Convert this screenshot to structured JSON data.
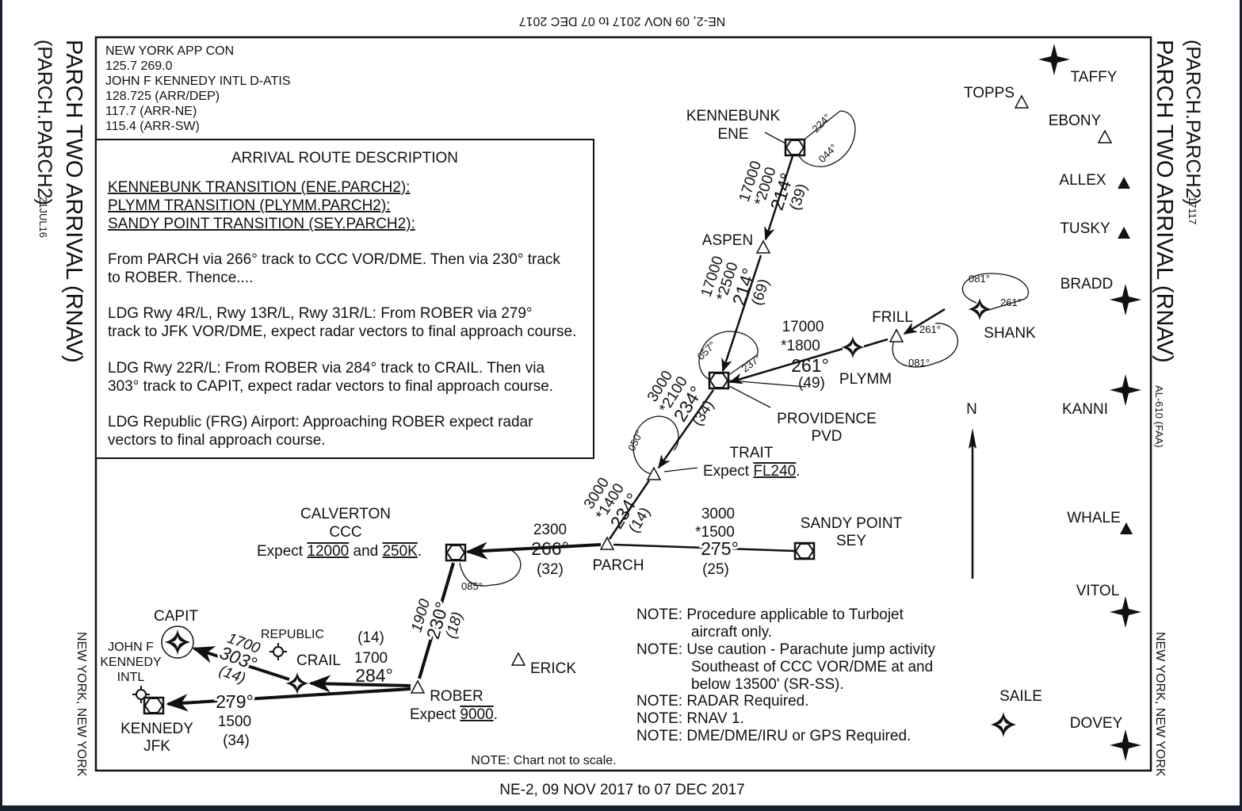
{
  "effective_top": "NE-2, 09 NOV 2017 to 07 DEC 2017",
  "effective_bottom": "NE-2,  09 NOV 2017  to  07 DEC 2017",
  "left_margin": {
    "procedure_code": "(PARCH.PARCH2)",
    "date": "21JUL16",
    "title": "PARCH TWO ARRIVAL (RNAV)",
    "location": "NEW YORK, NEW YORK"
  },
  "right_margin": {
    "procedure_code": "(PARCH.PARCH2)",
    "amendment": "17117",
    "title": "PARCH TWO ARRIVAL (RNAV)",
    "chart_id": "AL-610 (FAA)",
    "location": "NEW YORK, NEW YORK"
  },
  "comms": [
    "NEW YORK APP CON",
    "125.7  269.0",
    "JOHN F KENNEDY INTL D-ATIS",
    "128.725 (ARR/DEP)",
    "117.7 (ARR-NE)",
    "115.4 (ARR-SW)"
  ],
  "description": {
    "title": "ARRIVAL ROUTE DESCRIPTION",
    "transitions": [
      "KENNEBUNK TRANSITION (ENE.PARCH2):",
      "PLYMM TRANSITION (PLYMM.PARCH2):",
      "SANDY POINT TRANSITION (SEY.PARCH2):"
    ],
    "paragraphs": [
      [
        "From PARCH via 266° track to CCC VOR/DME. Then via 230° track",
        "to ROBER.  Thence...."
      ],
      [
        "LDG Rwy 4R/L, Rwy 13R/L, Rwy 31R/L:  From ROBER via 279°",
        "track to JFK VOR/DME, expect radar vectors to final approach course."
      ],
      [
        "LDG Rwy 22R/L:  From ROBER via 284° track to CRAIL. Then via",
        "303° track to CAPIT, expect radar vectors to final approach course."
      ],
      [
        "LDG Republic (FRG) Airport:  Approaching ROBER expect radar",
        "vectors to final approach course."
      ]
    ]
  },
  "fixes": {
    "kennebunk": {
      "name": "KENNEBUNK",
      "id": "ENE",
      "hold_in": "224°",
      "hold_out": "044°"
    },
    "aspen": {
      "name": "ASPEN"
    },
    "providence": {
      "name": "PROVIDENCE",
      "id": "PVD",
      "hold_a": "057°",
      "hold_b": "237°"
    },
    "plymm": {
      "name": "PLYMM"
    },
    "frill": {
      "name": "FRILL",
      "hold_a": "261°",
      "hold_b": "081°"
    },
    "shank": {
      "name": "SHANK",
      "hold_a": "081°",
      "hold_b": "261°"
    },
    "trait": {
      "name": "TRAIT",
      "expect_prefix": "Expect",
      "expect_value": "FL240",
      "hold": "050°"
    },
    "parch": {
      "name": "PARCH"
    },
    "sandy_point": {
      "name": "SANDY POINT",
      "id": "SEY"
    },
    "calverton": {
      "name": "CALVERTON",
      "id": "CCC",
      "expect_prefix": "Expect",
      "altitude": "12000",
      "and": "and",
      "speed": "250K",
      "hold": "085°"
    },
    "rober": {
      "name": "ROBER",
      "expect_prefix": "Expect",
      "altitude": "9000"
    },
    "crail": {
      "name": "CRAIL"
    },
    "republic": {
      "name": "REPUBLIC"
    },
    "capit": {
      "name": "CAPIT"
    },
    "jfk_airport": {
      "lines": [
        "JOHN F",
        "KENNEDY",
        "INTL"
      ]
    },
    "kennedy": {
      "name": "KENNEDY",
      "id": "JFK"
    },
    "erick": {
      "name": "ERICK"
    }
  },
  "legs": {
    "ene_aspen": [
      "17000",
      "*2000",
      "214°",
      "(39)"
    ],
    "aspen_pvd": [
      "17000",
      "*2500",
      "214°",
      "(69)"
    ],
    "plymm_pvd": [
      "17000",
      "*1800",
      "261°",
      "(49)"
    ],
    "pvd_trait": [
      "3000",
      "*2100",
      "234°",
      "(34)"
    ],
    "trait_parch": [
      "3000",
      "*1400",
      "234°",
      "(14)"
    ],
    "parch_ccc": [
      "2300",
      "266°",
      "(32)"
    ],
    "sey_parch": [
      "3000",
      "*1500",
      "275°",
      "(25)"
    ],
    "ccc_rober": [
      "1900",
      "230°",
      "(18)"
    ],
    "rober_crail": [
      "(14)",
      "1700",
      "284°"
    ],
    "crail_capit": [
      "1700",
      "303°",
      "(14)"
    ],
    "rober_jfk": [
      "279°",
      "1500",
      "(34)"
    ]
  },
  "edge_fixes": {
    "taffy": "TAFFY",
    "topps": "TOPPS",
    "ebony": "EBONY",
    "allex": "ALLEX",
    "tusky": "TUSKY",
    "bradd": "BRADD",
    "kanni": "KANNI",
    "whale": "WHALE",
    "vitol": "VITOL",
    "saile": "SAILE",
    "dovey": "DOVEY"
  },
  "north": "N",
  "notes": [
    "NOTE: Procedure applicable to Turbojet",
    "aircraft only.",
    "NOTE: Use caution - Parachute jump activity",
    "Southeast of CCC VOR/DME at and",
    "below 13500' (SR-SS).",
    "NOTE: RADAR Required.",
    "NOTE: RNAV 1.",
    "NOTE: DME/DME/IRU or GPS Required."
  ],
  "scale_note": "NOTE:  Chart not to scale."
}
